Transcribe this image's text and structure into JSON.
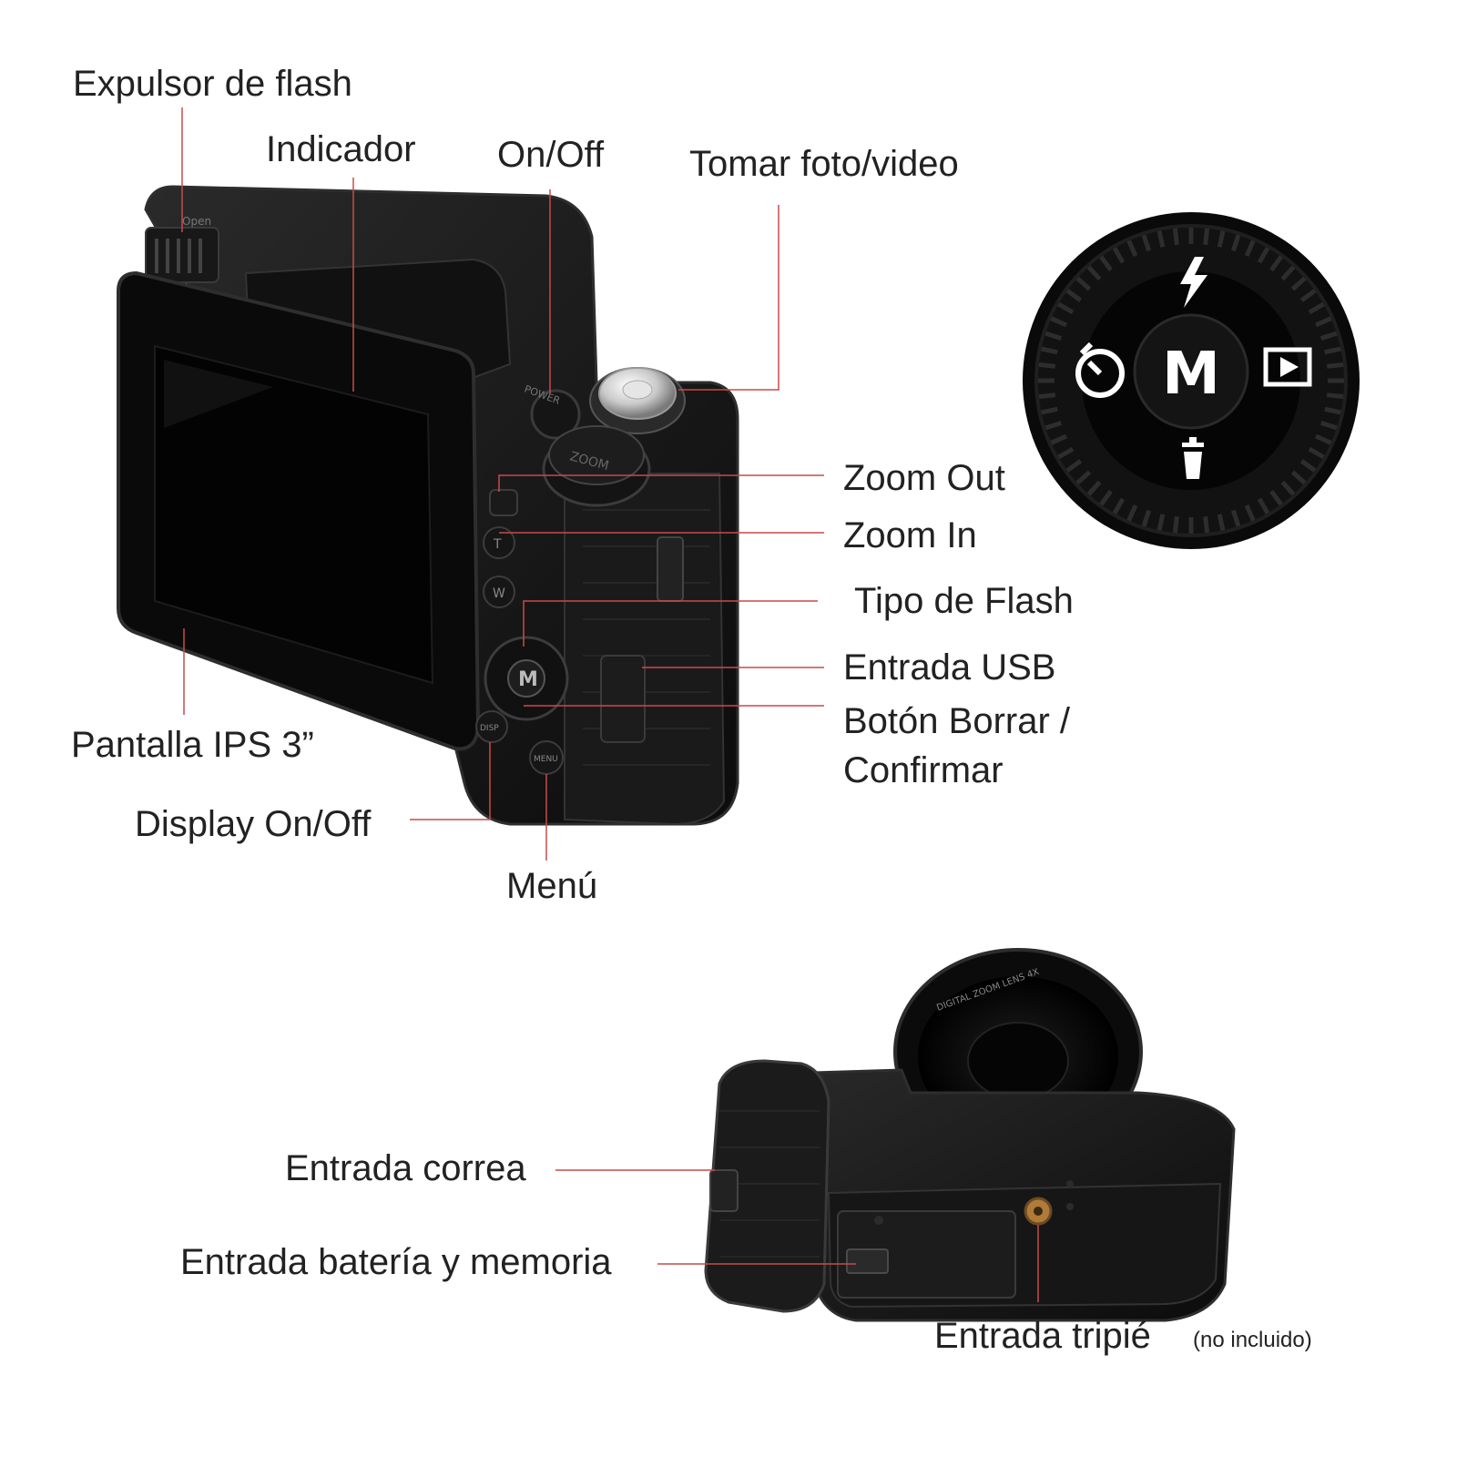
{
  "colors": {
    "leader_line": "#c94a4a",
    "camera_body": "#141414",
    "camera_edge": "#2e2e2e",
    "screen": "#050505",
    "highlight": "#4a4a4a",
    "text": "#222222"
  },
  "labels": {
    "flash_popup": "Expulsor de flash",
    "indicator": "Indicador",
    "on_off": "On/Off",
    "shutter": "Tomar foto/video",
    "zoom_out": "Zoom Out",
    "zoom_in": "Zoom In",
    "flash_type": "Tipo de Flash",
    "usb_port": "Entrada USB",
    "delete_confirm": "Botón Borrar /\nConfirmar",
    "ips_screen": "Pantalla IPS 3”",
    "display_toggle": "Display On/Off",
    "menu": "Menú",
    "strap_mount": "Entrada correa",
    "battery_memory": "Entrada batería y memoria",
    "tripod_mount": "Entrada tripié",
    "tripod_note": "(no incluido)"
  },
  "dial": {
    "center_mark": "M",
    "icons": [
      "flash-icon",
      "self-timer-icon",
      "play-icon",
      "trash-icon"
    ]
  },
  "camera_markings": {
    "power_label": "POWER",
    "lens_ring": "DIGITAL ZOOM LENS 4X",
    "dial_mark": "ZOOM",
    "menu_button": "MENU",
    "disp_button": "DISP",
    "zoom_t": "T",
    "zoom_w": "W",
    "open_label": "Open"
  }
}
